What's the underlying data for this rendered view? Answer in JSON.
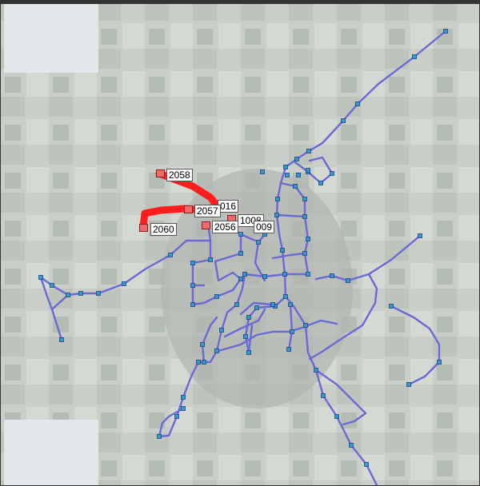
{
  "colors": {
    "route": "#6a6ad6",
    "highlight": "#ff1e1e",
    "node_fill": "#2aa0c8",
    "station_fill": "#ef6a6a",
    "panel": "#e3e7ea"
  },
  "stations": [
    {
      "id": "2058"
    },
    {
      "id": "016"
    },
    {
      "id": "2057"
    },
    {
      "id": "1008"
    },
    {
      "id": "2056"
    },
    {
      "id": "009"
    },
    {
      "id": "2060"
    }
  ]
}
